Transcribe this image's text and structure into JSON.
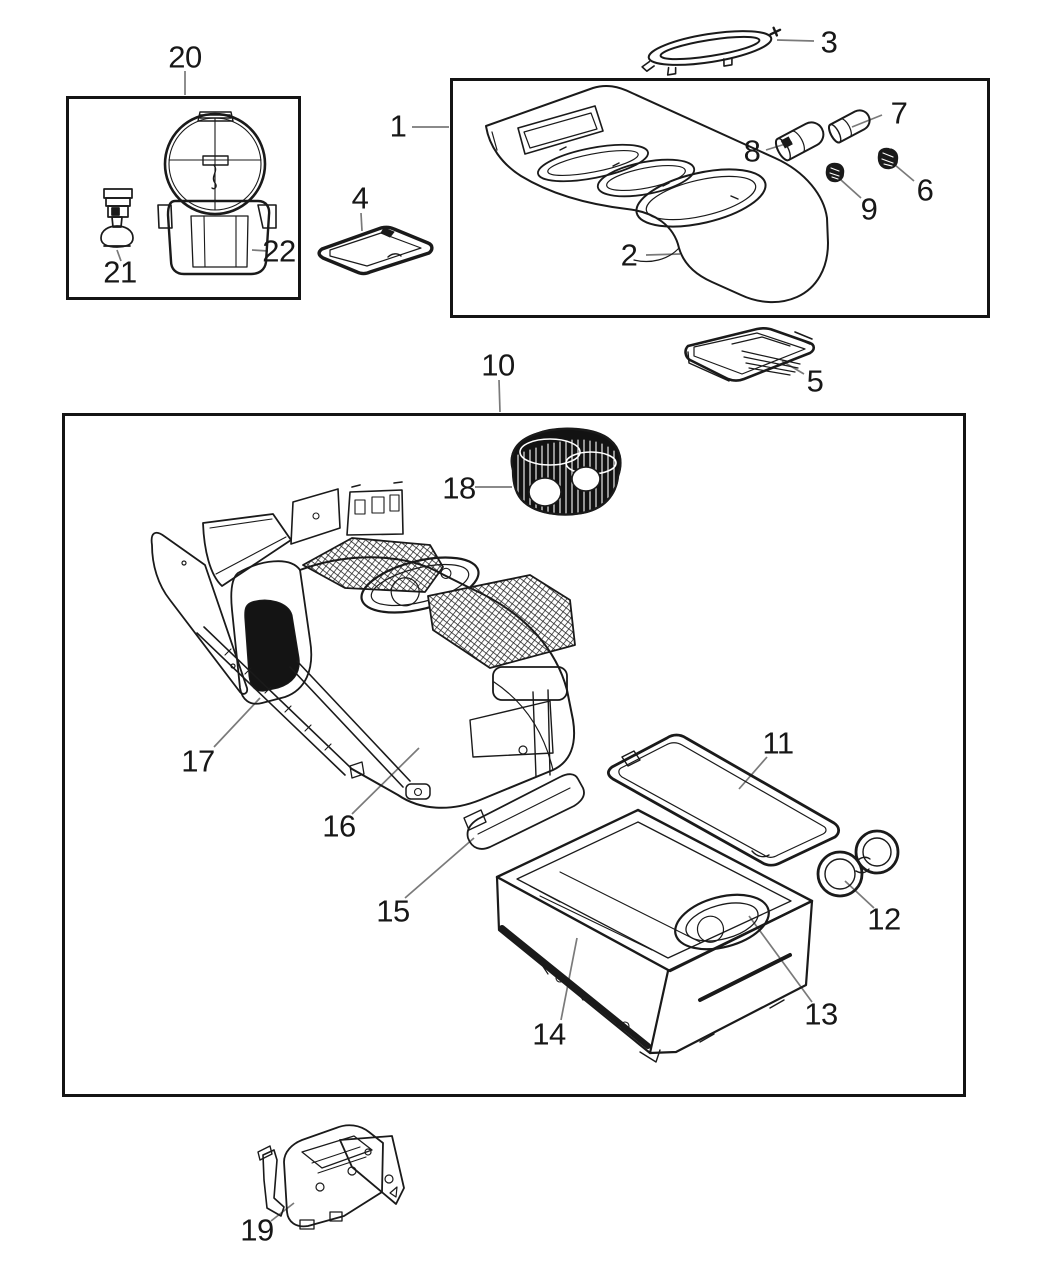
{
  "diagram_type": "exploded-parts-diagram",
  "colors": {
    "line": "#1a1a1a",
    "leader": "#7a7a7a",
    "box_border": "#141414",
    "background": "#ffffff",
    "mesh_fill": "#1c1c1c"
  },
  "callouts": [
    {
      "label": "1"
    },
    {
      "label": "2"
    },
    {
      "label": "3"
    },
    {
      "label": "4"
    },
    {
      "label": "5"
    },
    {
      "label": "6"
    },
    {
      "label": "7"
    },
    {
      "label": "8"
    },
    {
      "label": "9"
    },
    {
      "label": "10"
    },
    {
      "label": "11"
    },
    {
      "label": "12"
    },
    {
      "label": "13"
    },
    {
      "label": "14"
    },
    {
      "label": "15"
    },
    {
      "label": "16"
    },
    {
      "label": "17"
    },
    {
      "label": "18"
    },
    {
      "label": "19"
    },
    {
      "label": "20"
    },
    {
      "label": "21"
    },
    {
      "label": "22"
    }
  ]
}
